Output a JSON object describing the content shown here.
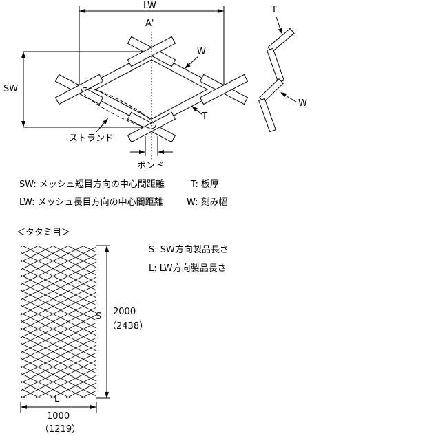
{
  "plan_view": {
    "lw_label": "LW",
    "sw_label": "SW",
    "section_label": "A'",
    "w_label": "W",
    "t_label": "T",
    "strand_label": "ストランド",
    "bond_label": "ボンド"
  },
  "cross_section": {
    "t_label": "T",
    "w_label": "W"
  },
  "definitions": {
    "sw": "SW: メッシュ短目方向の中心間距離",
    "t": "T: 板厚",
    "lw": "LW: メッシュ長目方向の中心間距離",
    "w": "W: 刻み幅"
  },
  "tatami": {
    "title": "＜タタミ目＞",
    "s_label": "S",
    "l_label": "L",
    "s_value": "2000",
    "s_value_alt": "（2438）",
    "l_value": "1000",
    "l_value_alt": "（1219）",
    "s_definition": "S: SW方向製品長さ",
    "l_definition": "L: LW方向製品長さ"
  },
  "colors": {
    "line": "#000000",
    "background": "#ffffff"
  }
}
